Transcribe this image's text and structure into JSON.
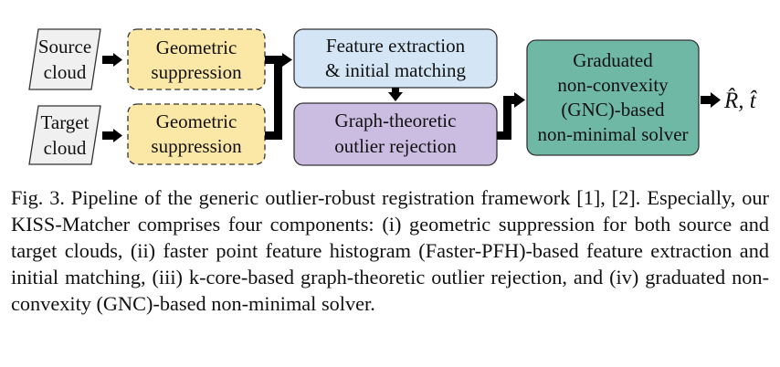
{
  "diagram": {
    "inputs": {
      "source": [
        "Source",
        "cloud"
      ],
      "target": [
        "Target",
        "cloud"
      ]
    },
    "geometric_suppression": [
      "Geometric",
      "suppression"
    ],
    "feature_extraction": [
      "Feature extraction",
      "& initial matching"
    ],
    "outlier_rejection": [
      "Graph-theoretic",
      "outlier rejection"
    ],
    "solver": [
      "Graduated",
      "non-convexity",
      "(GNC)-based",
      "non-minimal solver"
    ],
    "output": "R̂, t̂",
    "colors": {
      "input_fill": "#f0f0f0",
      "suppression_fill": "#fbe7a6",
      "feature_fill": "#d4e6f5",
      "rejection_fill": "#cbbde2",
      "solver_fill": "#6fb8a5",
      "arrow": "#000000"
    }
  },
  "caption": "Fig. 3. Pipeline of the generic outlier-robust registration framework [1], [2]. Especially, our KISS-Matcher comprises four components: (i) geometric suppression for both source and target clouds, (ii) faster point feature histogram (Faster-PFH)-based feature extraction and initial matching, (iii) k-core-based graph-theoretic outlier rejection, and (iv) graduated non-convexity (GNC)-based non-minimal solver."
}
